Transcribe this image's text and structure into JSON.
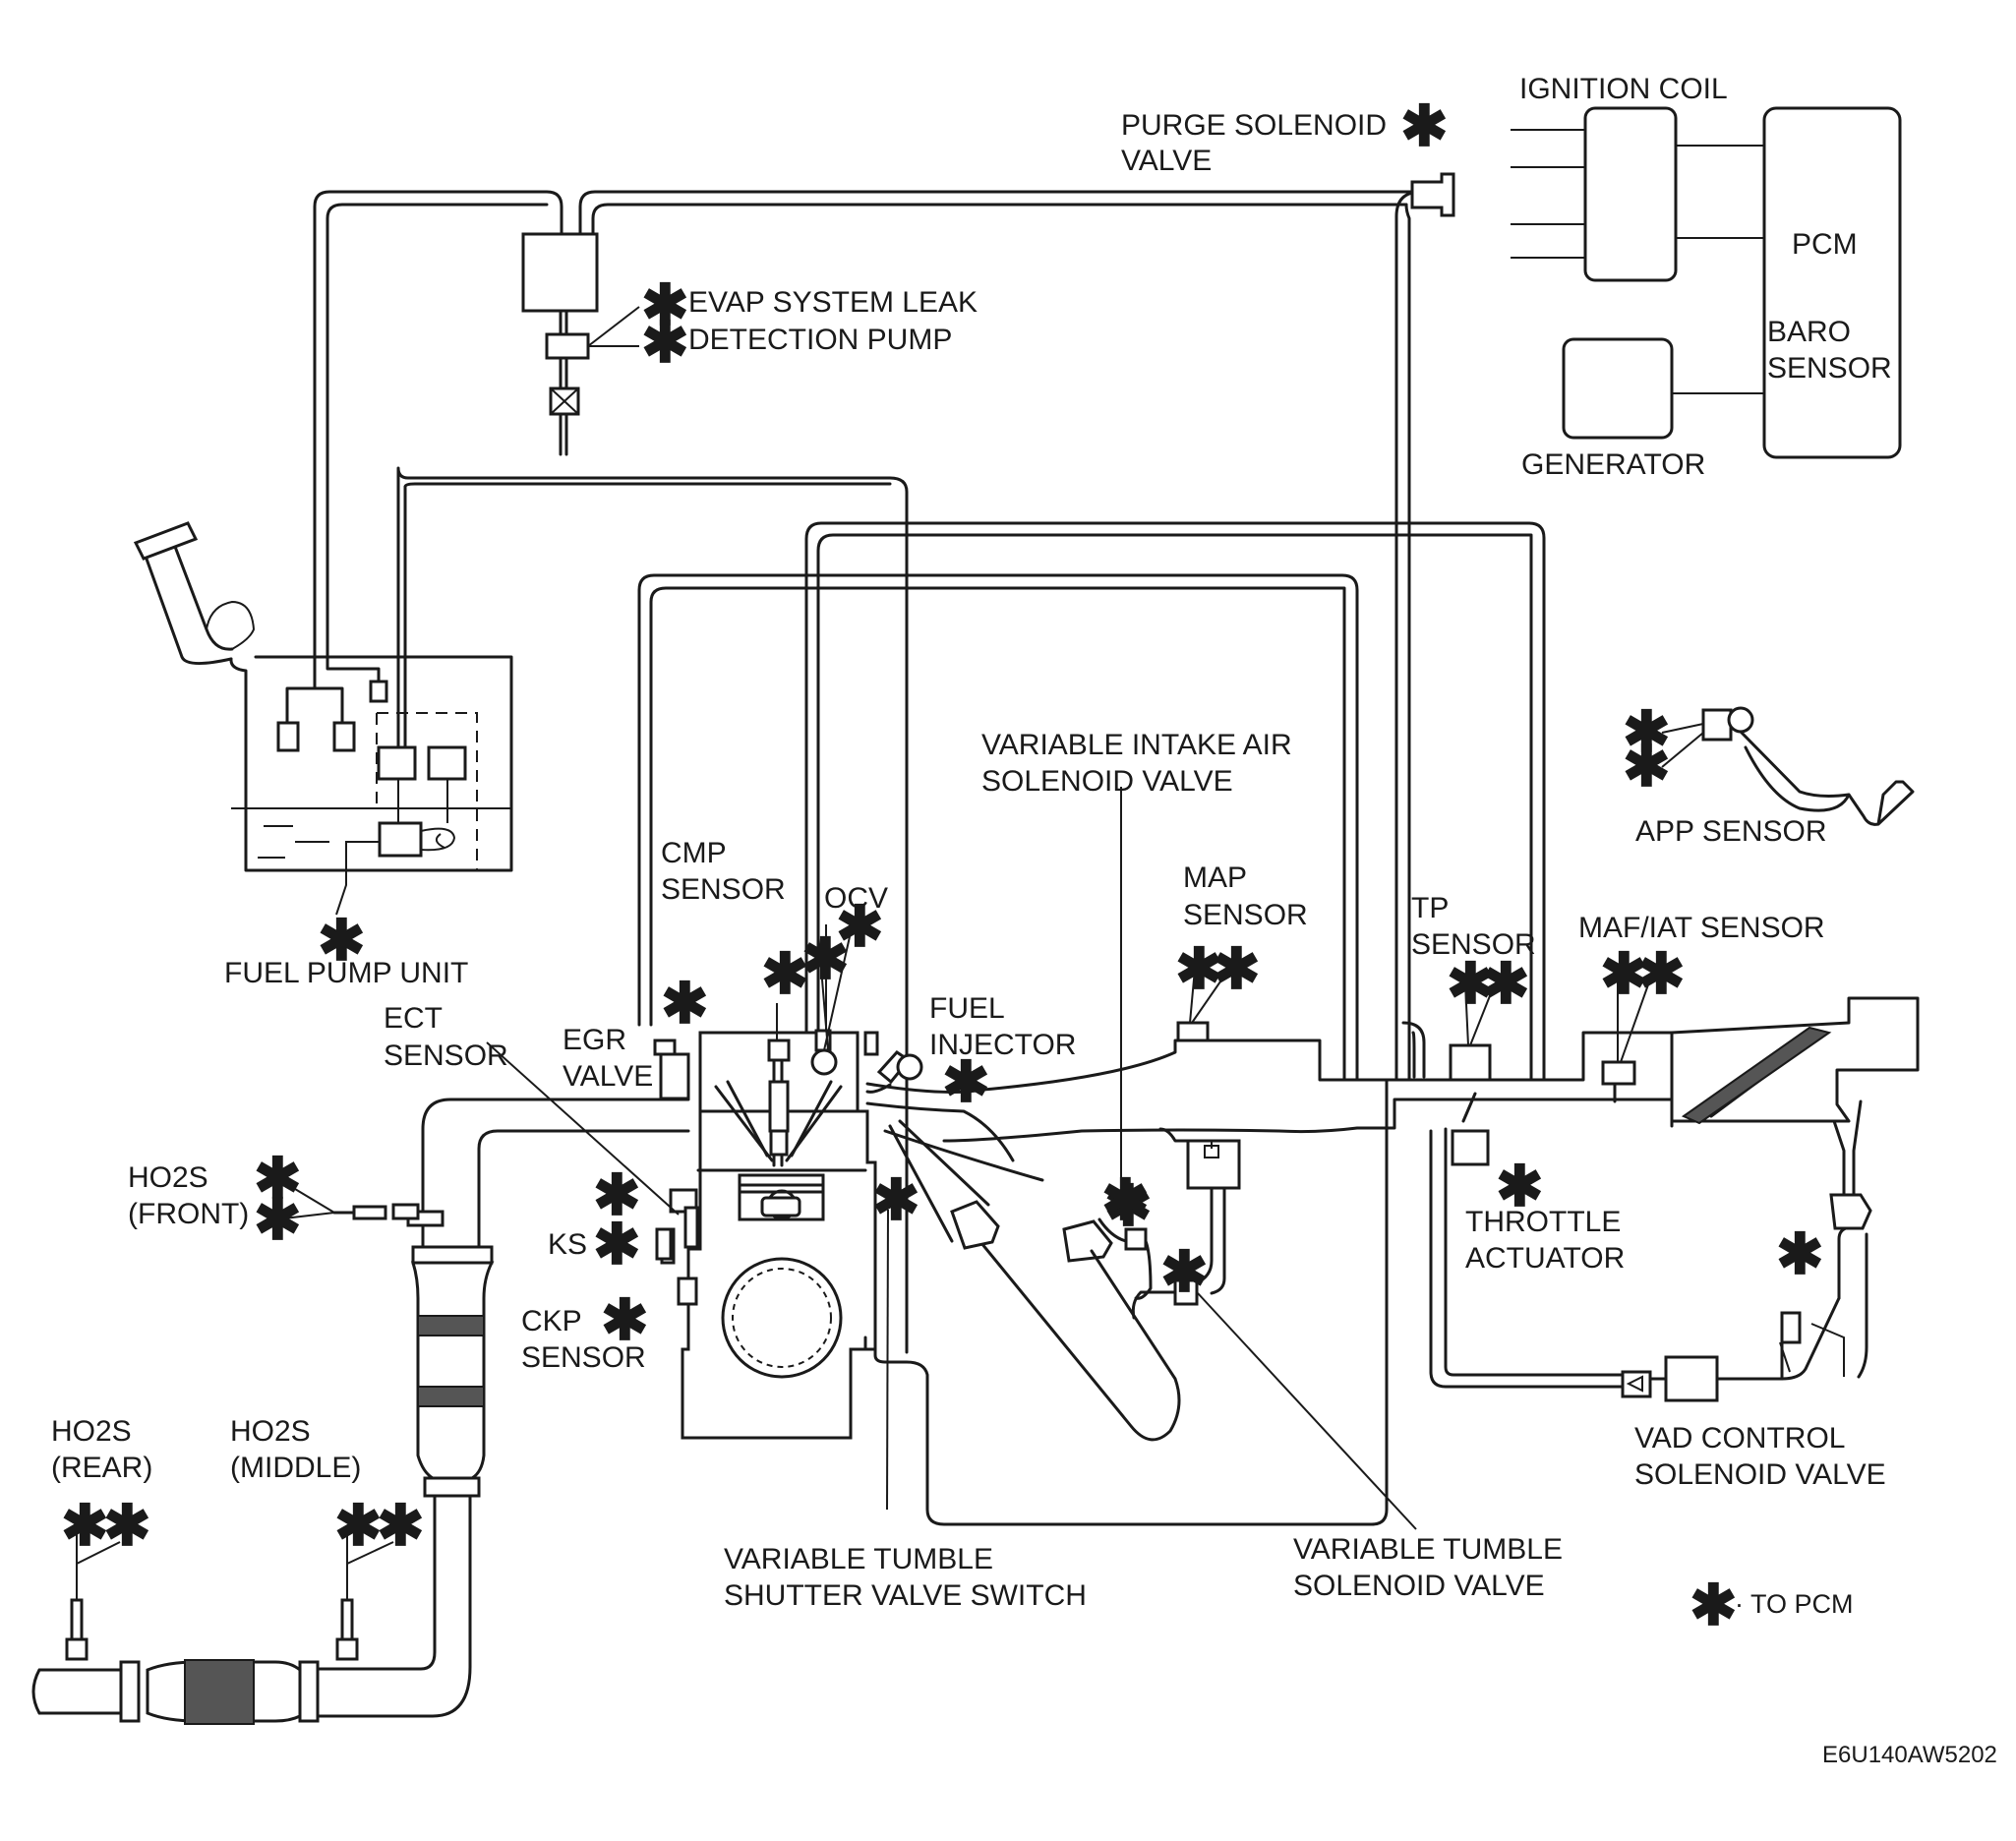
{
  "labels": {
    "ignition_coil": "IGNITION COIL",
    "pcm": "PCM",
    "baro_line1": "BARO",
    "baro_line2": "SENSOR",
    "generator": "GENERATOR",
    "purge_line1": "PURGE SOLENOID",
    "purge_line2": "VALVE",
    "evap_line1": "EVAP SYSTEM LEAK",
    "evap_line2": "DETECTION PUMP",
    "fuel_pump_unit": "FUEL PUMP UNIT",
    "variable_intake_line1": "VARIABLE INTAKE AIR",
    "variable_intake_line2": "SOLENOID VALVE",
    "app_sensor": "APP SENSOR",
    "cmp_line1": "CMP",
    "cmp_line2": "SENSOR",
    "ocv": "OCV",
    "map_line1": "MAP",
    "map_line2": "SENSOR",
    "tp_line1": "TP",
    "tp_line2": "SENSOR",
    "maf_iat": "MAF/IAT SENSOR",
    "ect_line1": "ECT",
    "ect_line2": "SENSOR",
    "egr_line1": "EGR",
    "egr_line2": "VALVE",
    "fuel_injector_line1": "FUEL",
    "fuel_injector_line2": "INJECTOR",
    "ho2s_front_line1": "HO2S",
    "ho2s_front_line2": "(FRONT)",
    "ks": "KS",
    "ckp_line1": "CKP",
    "ckp_line2": "SENSOR",
    "throttle_line1": "THROTTLE",
    "throttle_line2": "ACTUATOR",
    "ho2s_rear_line1": "HO2S",
    "ho2s_rear_line2": "(REAR)",
    "ho2s_middle_line1": "HO2S",
    "ho2s_middle_line2": "(MIDDLE)",
    "vad_line1": "VAD CONTROL",
    "vad_line2": "SOLENOID VALVE",
    "tumble_switch_line1": "VARIABLE TUMBLE",
    "tumble_switch_line2": "SHUTTER VALVE SWITCH",
    "tumble_solenoid_line1": "VARIABLE TUMBLE",
    "tumble_solenoid_line2": "SOLENOID VALVE"
  },
  "legend": {
    "symbol": "✱",
    "text": "· TO PCM"
  },
  "figure_code": "E6U140AW5202",
  "icons": {
    "pcm_marker": "asterisk-icon"
  },
  "colors": {
    "line": "#1a1a1a",
    "background": "#ffffff"
  }
}
